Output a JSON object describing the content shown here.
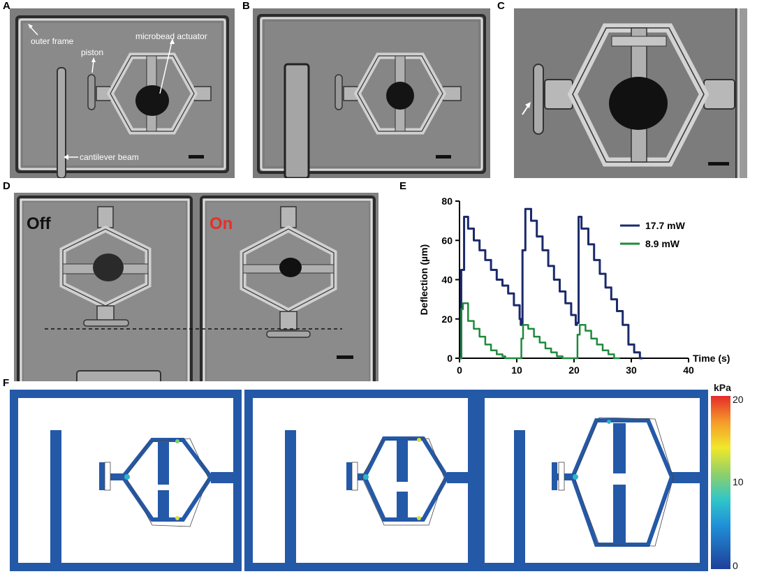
{
  "panels": {
    "A": {
      "letter": "A",
      "labels": {
        "outer_frame": "outer frame",
        "piston": "piston",
        "actuator": "microbead actuator",
        "cantilever": "cantilever beam"
      }
    },
    "B": {
      "letter": "B"
    },
    "C": {
      "letter": "C"
    },
    "D": {
      "letter": "D",
      "off_label": "Off",
      "on_label": "On"
    },
    "E": {
      "letter": "E"
    },
    "F": {
      "letter": "F",
      "colorbar": {
        "unit": "kPa",
        "max": "20",
        "mid": "10",
        "min": "0"
      }
    }
  },
  "colors": {
    "series_high": "#1b2a6b",
    "series_low": "#1e8a3c",
    "on_label": "#e5302a",
    "fem_blue": "#2459a8"
  },
  "chart_data": {
    "type": "line",
    "title": "",
    "xlabel": "Time (s)",
    "ylabel": "Deflection (µm)",
    "xlim": [
      0,
      40
    ],
    "ylim": [
      0,
      80
    ],
    "xticks": [
      "0",
      "10",
      "20",
      "30",
      "40"
    ],
    "yticks": [
      "0",
      "20",
      "40",
      "60",
      "80"
    ],
    "legend_position": "top-right",
    "series": [
      {
        "name": "17.7 mW",
        "color": "#1b2a6b",
        "x": [
          0,
          0.3,
          0.8,
          1.5,
          2.5,
          3.5,
          4.5,
          5.5,
          6.5,
          7.5,
          8.5,
          9.5,
          10.5,
          10.7,
          11.0,
          11.5,
          12.5,
          13.5,
          14.5,
          15.5,
          16.5,
          17.5,
          18.5,
          19.5,
          20.3,
          20.5,
          20.8,
          21.3,
          22.5,
          23.5,
          24.5,
          25.5,
          26.5,
          27.5,
          28.5,
          29.5,
          30.5,
          31.5,
          32.0
        ],
        "y": [
          0,
          45,
          72,
          66,
          60,
          55,
          50,
          45,
          40,
          37,
          33,
          27,
          20,
          17,
          55,
          76,
          70,
          62,
          55,
          47,
          40,
          34,
          28,
          22,
          17,
          18,
          72,
          66,
          58,
          50,
          43,
          36,
          30,
          24,
          17,
          7,
          3,
          0,
          0
        ]
      },
      {
        "name": "8.9 mW",
        "color": "#1e8a3c",
        "x": [
          0,
          0.3,
          0.6,
          1.5,
          2.5,
          3.5,
          4.5,
          5.5,
          6.5,
          7.5,
          8.0,
          10.5,
          10.8,
          11.1,
          12.0,
          13.0,
          14.0,
          15.0,
          16.0,
          17.0,
          18.0,
          20.3,
          20.6,
          21.0,
          22.0,
          23.0,
          24.0,
          25.0,
          26.0,
          27.0,
          28.0
        ],
        "y": [
          0,
          25,
          28,
          19,
          15,
          11,
          7,
          4,
          2,
          1,
          0,
          0,
          10,
          17,
          15,
          11,
          8,
          5,
          3,
          1,
          0,
          0,
          12,
          17,
          14,
          10,
          7,
          4,
          2,
          0,
          0
        ]
      }
    ]
  }
}
